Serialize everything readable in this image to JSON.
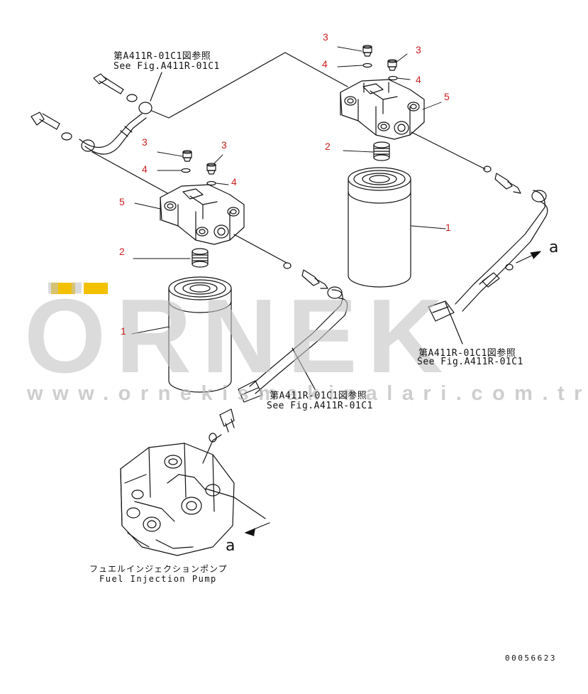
{
  "watermark": {
    "brand": "ÖRNEK",
    "url": "www.ornekismakinalari.com.tr",
    "colors": {
      "text": "#d6d6d6",
      "umlaut": "#f2c200"
    }
  },
  "references": {
    "top_jp": "第A411R-01C1図参照",
    "top_en": "See Fig.A411R-01C1",
    "right_jp": "第A411R-01C1図参照",
    "right_en": "See Fig.A411R-01C1",
    "center_jp": "第A411R-01C1図参照",
    "center_en": "See Fig.A411R-01C1"
  },
  "pump_label": {
    "jp": "フュエルインジェクションポンプ",
    "en": "Fuel Injection Pump"
  },
  "section_marks": {
    "right": "a",
    "bottom": "a"
  },
  "callouts": {
    "right_filter": [
      "3",
      "4",
      "3",
      "4",
      "5",
      "2",
      "1"
    ],
    "left_filter": [
      "3",
      "4",
      "3",
      "4",
      "5",
      "2",
      "1"
    ]
  },
  "drawing_number": "00056623",
  "colors": {
    "line": "#111111",
    "callout": "#c8201e"
  }
}
